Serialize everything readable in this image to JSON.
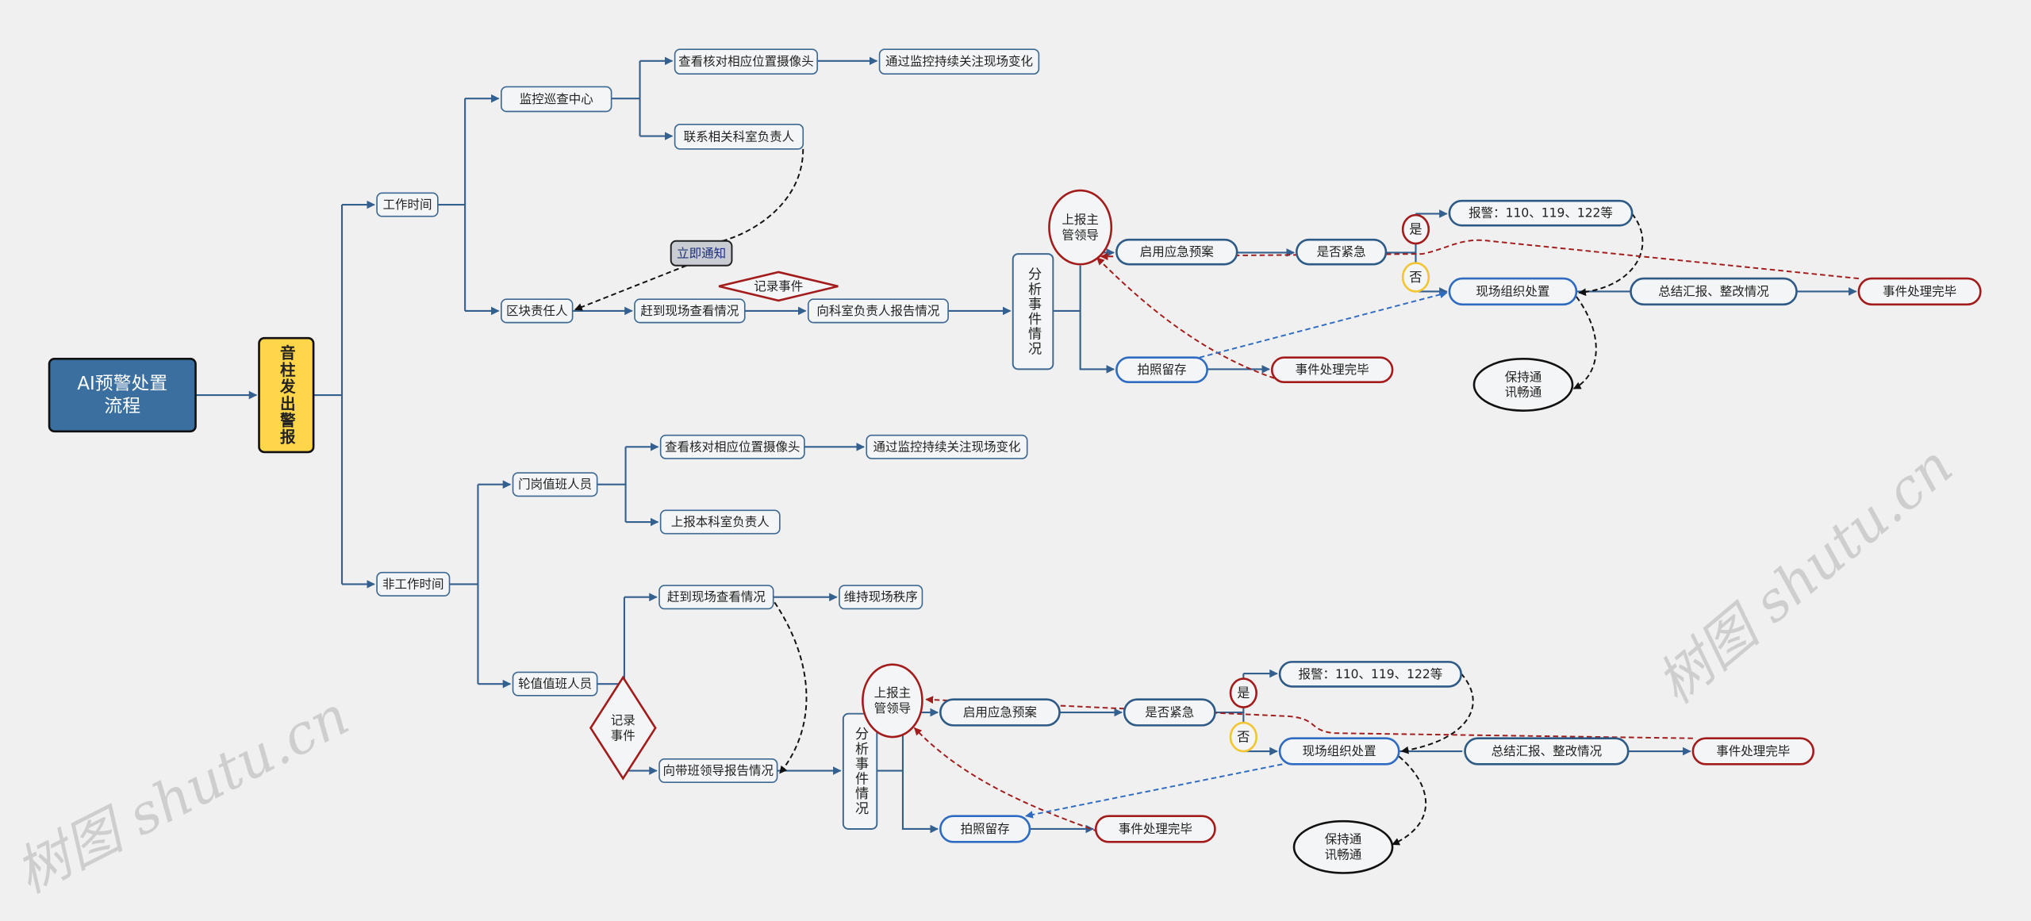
{
  "root": {
    "line1": "AI预警处置",
    "line2": "流程"
  },
  "alert": "音柱发出警报",
  "watermark": "树图 shutu.cn",
  "work": {
    "label": "工作时间",
    "monitor_center": "监控巡查中心",
    "check_camera": "查看核对相应位置摄像头",
    "watch_changes": "通过监控持续关注现场变化",
    "contact_head": "联系相关科室负责人",
    "notify_now": "立即通知",
    "block_owner": "区块责任人",
    "go_scene": "赶到现场查看情况",
    "record_event": "记录事件",
    "report_head": "向科室负责人报告情况"
  },
  "work_flow": {
    "analyze": "分析事件情况",
    "leader_line1": "上报主",
    "leader_line2": "管领导",
    "plan": "启用应急预案",
    "urgent": "是否紧急",
    "yes": "是",
    "no": "否",
    "alarm": "报警：110、119、122等",
    "onsite": "现场组织处置",
    "summary": "总结汇报、整改情况",
    "done": "事件处理完毕",
    "photo": "拍照留存",
    "photo_done": "事件处理完毕",
    "comm_line1": "保持通",
    "comm_line2": "讯畅通"
  },
  "offwork": {
    "label": "非工作时间",
    "gate_staff": "门岗值班人员",
    "check_camera": "查看核对相应位置摄像头",
    "watch_changes": "通过监控持续关注现场变化",
    "report_head": "上报本科室负责人",
    "duty_staff": "轮值值班人员",
    "go_scene": "赶到现场查看情况",
    "keep_order": "维持现场秩序",
    "record_line1": "记录",
    "record_line2": "事件",
    "report_leader": "向带班领导报告情况"
  },
  "offwork_flow": {
    "analyze": "分析事件情况",
    "leader_line1": "上报主",
    "leader_line2": "管领导",
    "plan": "启用应急预案",
    "urgent": "是否紧急",
    "yes": "是",
    "no": "否",
    "alarm": "报警：110、119、122等",
    "onsite": "现场组织处置",
    "summary": "总结汇报、整改情况",
    "done": "事件处理完毕",
    "photo": "拍照留存",
    "photo_done": "事件处理完毕",
    "comm_line1": "保持通",
    "comm_line2": "讯畅通"
  },
  "colors": {
    "blue": "#34608f",
    "red": "#a31c1c",
    "yellow": "#ffd54a",
    "root": "#3b6fa0"
  }
}
